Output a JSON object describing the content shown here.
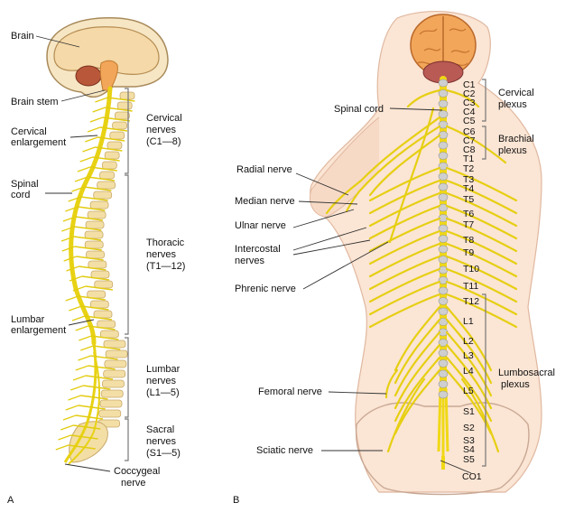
{
  "colors": {
    "nerve": "#f2e21c",
    "nerve_stroke": "#c9b800",
    "bone": "#f3dfa6",
    "bone_edge": "#c9a86a",
    "brain": "#f2a65a",
    "skin": "#f8dcc8",
    "leader": "#333333"
  },
  "panel_a": {
    "id": "A",
    "left_labels": {
      "brain": "Brain",
      "brain_stem": "Brain stem",
      "cervical_enlargement_1": "Cervical",
      "cervical_enlargement_2": "enlargement",
      "spinal_cord_1": "Spinal",
      "spinal_cord_2": "cord",
      "lumbar_enlargement_1": "Lumbar",
      "lumbar_enlargement_2": "enlargement"
    },
    "groups": [
      {
        "l1": "Cervical",
        "l2": "nerves",
        "l3": "(C1—8)"
      },
      {
        "l1": "Thoracic",
        "l2": "nerves",
        "l3": "(T1—12)"
      },
      {
        "l1": "Lumbar",
        "l2": "nerves",
        "l3": "(L1—5)"
      },
      {
        "l1": "Sacral",
        "l2": "nerves",
        "l3": "(S1—5)"
      }
    ],
    "coccygeal_1": "Coccygeal",
    "coccygeal_2": "nerve"
  },
  "panel_b": {
    "id": "B",
    "spinal_cord": "Spinal cord",
    "left_labels": {
      "radial": "Radial nerve",
      "median": "Median nerve",
      "ulnar": "Ulnar nerve",
      "intercostal_1": "Intercostal",
      "intercostal_2": "nerves",
      "phrenic": "Phrenic nerve",
      "femoral": "Femoral nerve",
      "sciatic": "Sciatic nerve"
    },
    "segments": [
      "C1",
      "C2",
      "C3",
      "C4",
      "C5",
      "C6",
      "C7",
      "C8",
      "T1",
      "T2",
      "T3",
      "T4",
      "T5",
      "T6",
      "T7",
      "T8",
      "T9",
      "T10",
      "T11",
      "T12",
      "L1",
      "L2",
      "L3",
      "L4",
      "L5",
      "S1",
      "S2",
      "S3",
      "S4",
      "S5",
      "CO1"
    ],
    "plexus": {
      "cervical_1": "Cervical",
      "cervical_2": "plexus",
      "brachial_1": "Brachial",
      "brachial_2": "plexus",
      "lumbosacral_1": "Lumbosacral",
      "lumbosacral_2": "plexus"
    }
  }
}
